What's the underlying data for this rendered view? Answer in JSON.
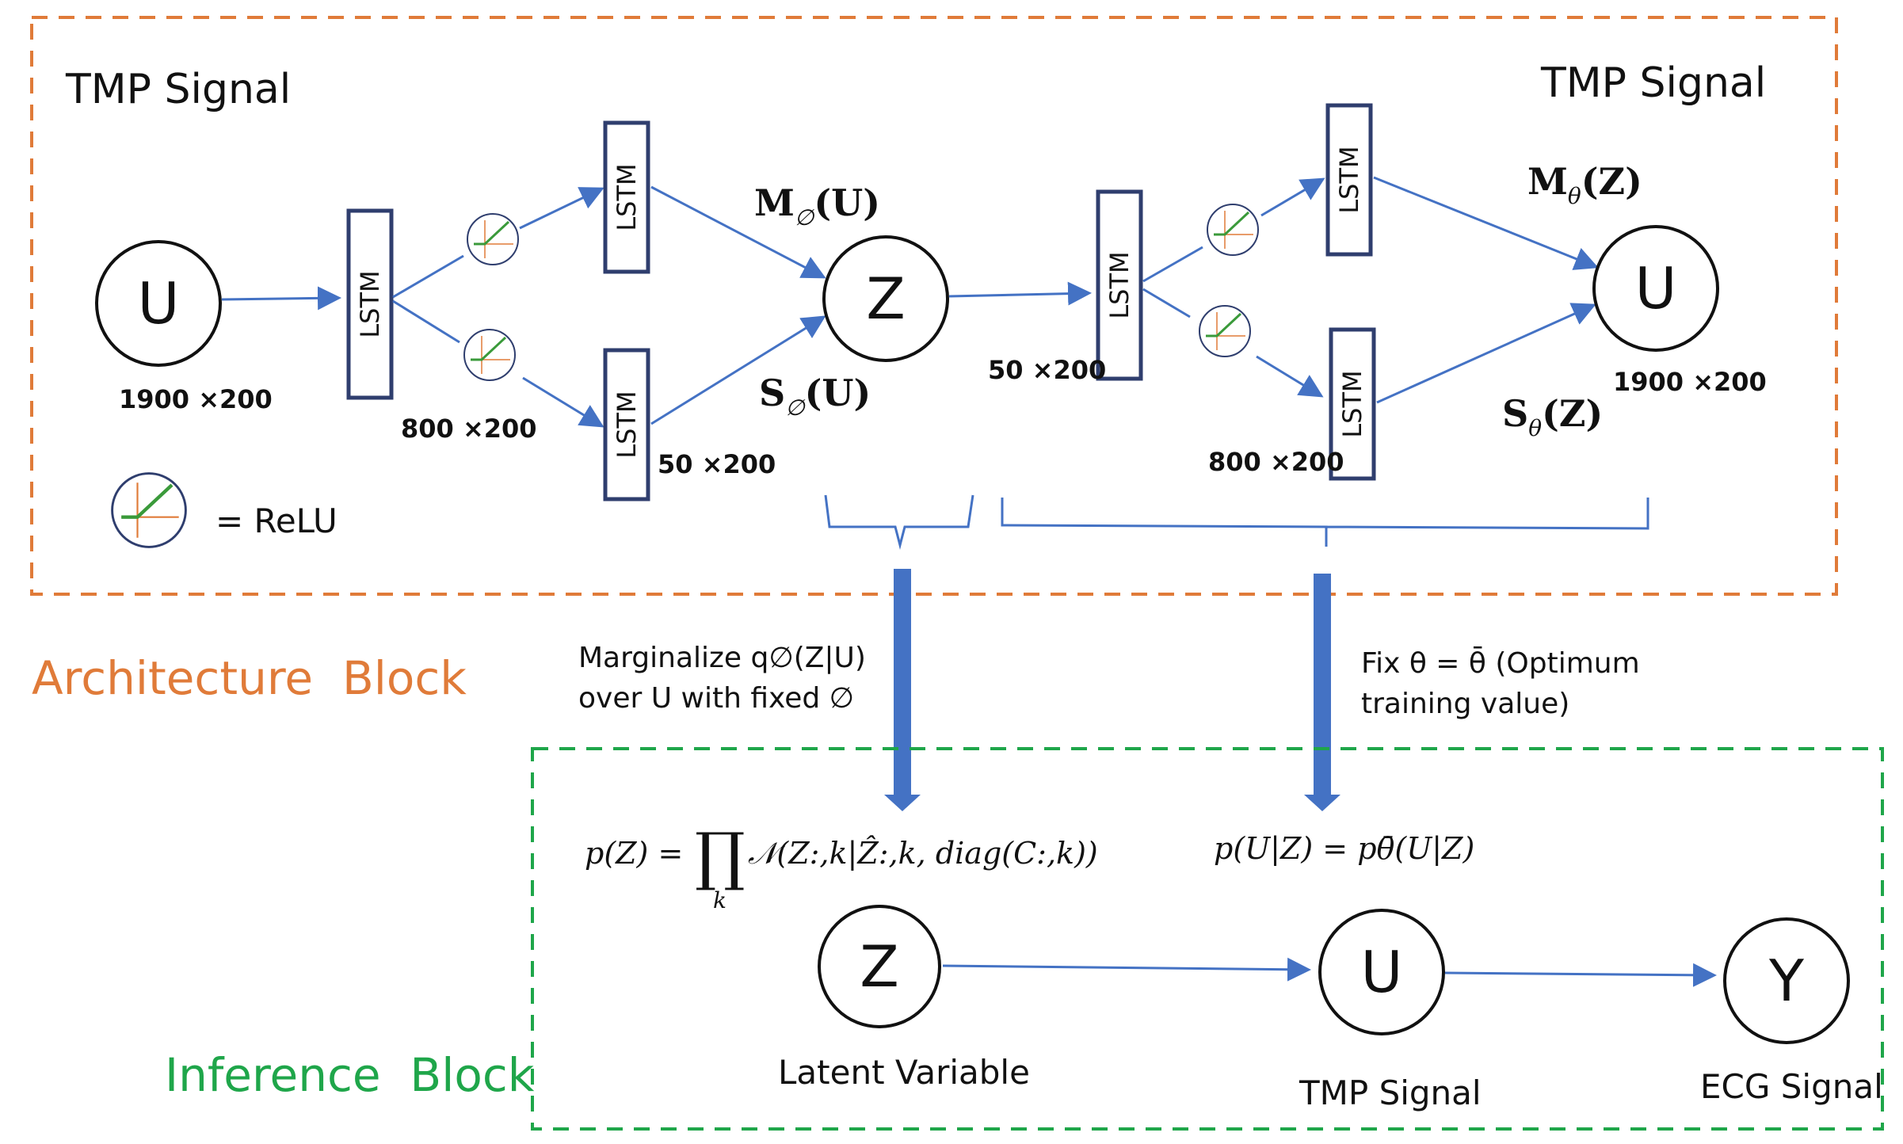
{
  "architecture": {
    "title": "Architecture  Block",
    "input_label": "TMP Signal",
    "output_label": "TMP Signal",
    "nodes": {
      "input": "U",
      "latent": "Z",
      "output": "U"
    },
    "lstm_label": "LSTM",
    "dims": {
      "input": "1900 ×200",
      "hidden_enc": "800 ×200",
      "enc_out": "50 ×200",
      "dec_in": "50 ×200",
      "hidden_dec": "800 ×200",
      "output": "1900 ×200"
    },
    "mean_enc": {
      "base": "M",
      "sub": "∅",
      "arg": "(U)"
    },
    "std_enc": {
      "base": "S",
      "sub": "∅",
      "arg": "(U)"
    },
    "mean_dec": {
      "base": "M",
      "sub": "θ",
      "arg": "(Z)"
    },
    "std_dec": {
      "base": "S",
      "sub": "θ",
      "arg": "(Z)"
    },
    "legend": {
      "icon": "relu-icon",
      "text": "= ReLU"
    }
  },
  "transitions": {
    "left": {
      "line1": "Marginalize q∅(Z|U)",
      "line2": "over U with fixed ∅"
    },
    "right": {
      "line1": "Fix θ = θ̄ (Optimum",
      "line2": "training value)"
    }
  },
  "inference": {
    "title": "Inference  Block",
    "prior_formula": "p(Z) = ∏ₖ 𝒩(Z:,k | Ẑ:,k , diag(C:,k))",
    "prior_lhs": "p(Z) =",
    "prior_product": "∏",
    "prior_index": "k",
    "prior_rhs": "𝒩(Z:,k|Ẑ:,k, diag(C:,k))",
    "likelihood_formula": "p(U|Z) = pθ̄(U|Z)",
    "nodes": {
      "latent": "Z",
      "tmp": "U",
      "ecg": "Y"
    },
    "labels": {
      "latent": "Latent Variable",
      "tmp": "TMP Signal",
      "ecg": "ECG Signal"
    }
  },
  "colors": {
    "architecture": "#e07b39",
    "inference": "#1fa64a",
    "arrow": "#4472c4",
    "lstm_border": "#2f3e6e",
    "big_arrow": "#4472c4"
  }
}
